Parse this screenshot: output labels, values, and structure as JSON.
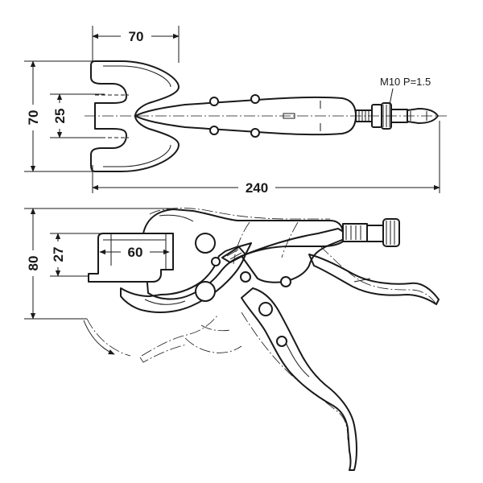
{
  "dimensions": {
    "jaw_width": "70",
    "jaw_height": "70",
    "slot_width": "25",
    "overall_length": "240",
    "body_height": "80",
    "inner_height": "27",
    "jaw_depth": "60"
  },
  "notes": {
    "thread_spec": "M10 P=1.5"
  }
}
